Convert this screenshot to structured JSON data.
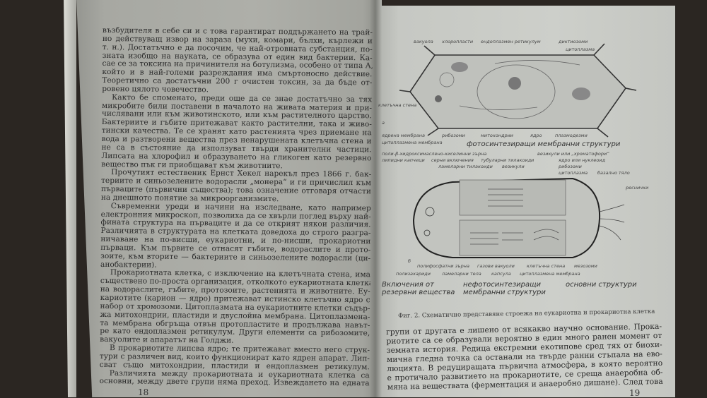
{
  "left_page": {
    "lines": [
      "възбудителя в себе си и с това гарантират поддържането на трай-",
      "но действуващ извор на зараза (мухи, комари, бълхи, кърлежи и",
      "т. н.). Достатъчно е да посочим, че най-отровната субстанция, по-",
      "зната изобщо на науката, се образува от един вид бактерии. Ка-",
      "сае се за токсина на причинителя на ботулизма, особено от типа А,",
      "който и в най-големи разреждания има смъртоносно действие.",
      "Теоретично са достатъчни 200 г очистен токсин, за да бъде от-",
      "ровено цялото човечество.",
      "Както бе споменато, преди още да се знае достатъчно за тях",
      "микробите били поставени в началото на живата материя и при-",
      "числявани или към животинското, или към растителното царство.",
      "Бактериите и гъбите притежават както растителни, така и живо-",
      "тински качества. Те се хранят като растенията чрез приемане на",
      "вода и разтворени вещества през ненарушената клетъчна стена и",
      "не са в състояние да използуват твърди хранителни частици.",
      "Липсата на хлорофил и образуването на гликоген като резервно",
      "вещество пък ги приобщават към животните.",
      "Прочутият естественик Ернст Хекел нарекъл през 1866 г. бак-",
      "териите и синьозелените водорасли „монера“ и ги причислил към",
      "първаците (първични същества); това означение отговаря отчасти",
      "на днешното понятие за микроорганизмите.",
      "Съвременни уреди и начини на изследване, като например",
      "електронния микроскоп, позволиха да се хвърли поглед върху най-",
      "фината структура на първаците и да се открият някои различия.",
      "Различията в структурата на клетката доведоха до строго разгра-",
      "ничаване на по-висши, еукариотни, и по-нисши, прокариотни",
      "първаци. Към първите се отнасят гъбите, водораслите и прото-",
      "зоите, към вторите — бактериите и синьозелените водорасли (ци-",
      "анобактерии).",
      "Прокариотната клетка, с изключение на клетъчната стена, има",
      "съществено по-проста организация, отколкото еукариотната клетка",
      "на водораслите, гъбите, протозоите, растенията и животните. Еу-",
      "кариотите (карион — ядро) притежават истинско клетъчно ядро с",
      "набор от хромозоми. Цитоплазмата на еукариотните клетки съдър-",
      "жа митохондрии, пластиди и двуслойна мембрана. Цитоплазмена-",
      "та мембрана обгръща отвън протопластите и продължава навът-",
      "ре като ендоплазмен ретикулум. Други елементи са рибозомите,",
      "вакуолите и апаратът на Голджи.",
      "В прокариотите липсва ядро; те притежават вместо него струк-",
      "тури с различен вид, които функционират като ядрен апарат. Лип-",
      "сват също митохондрии, пластиди и ендоплазмен ретикулум.",
      "Различията между прокариотната и еукариотната клетка са",
      "основни, между двете групи няма преход. Извеждането на едната"
    ],
    "page_number": "18"
  },
  "right_page": {
    "figure_caption": "Фиг. 2. Схематично представяне строежа на еукариотна и прокариотна клетка",
    "lines": [
      "групи от другата е лишено от всякакво научно основание. Прока-",
      "риотите са се образували вероятно в един много ранен момент от",
      "земната история. Редица екстремни екотипове сред тях от биохи-",
      "мична гледна точка са останали на твърде ранни стъпала на ево-",
      "люцията. В редуциращата първична атмосфера, в която вероятно",
      "е протичало развитието на прокариотите, се среща анаеробна об-",
      "мяна на веществата (ферментация и анаеробно дишане). След това"
    ],
    "page_number": "19"
  },
  "diagram": {
    "labels": [
      "вакуола",
      "хлоропласти",
      "ендоплазмен ретикулум",
      "диктиозоми",
      "цитоплазма",
      "клетъчна стена",
      "а",
      "ядрена мембрана",
      "цитоплазмена мембрана",
      "рибозоми",
      "митохондрии",
      "ядро",
      "плазмодезми",
      "фотосинтезиращи мембранни структури",
      "поли-β-хидроксимаслено-киселинни зърна",
      "липидни капчици",
      "серни включения",
      "тубуларни тилакоиди",
      "ламеларни тилакоиди",
      "везикули",
      "везикули или „хроматофори“",
      "ядро или нуклеоид",
      "рибозоми",
      "цитоплазма",
      "базално тяло",
      "реснички",
      "б",
      "полифосфатни зърна",
      "газови вакуоли",
      "клетъчна стена",
      "мезозоми",
      "полизахариди",
      "ламеларни тела",
      "капсула",
      "цитоплазмена мембрана",
      "Включения от резервни вещества",
      "нефотосинтезиращи мембранни структури",
      "основни структури"
    ]
  }
}
